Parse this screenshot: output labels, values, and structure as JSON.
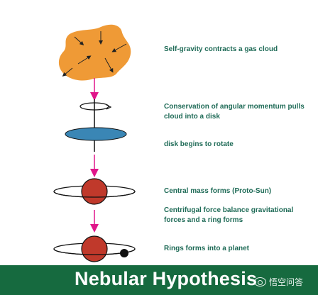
{
  "diagram": {
    "steps": [
      {
        "id": "gas-cloud",
        "label": "Self-gravity contracts a gas cloud"
      },
      {
        "id": "angular-momentum",
        "label": "Conservation of angular momentum pulls cloud into a disk"
      },
      {
        "id": "disk-rotate",
        "label": "disk begins to rotate"
      },
      {
        "id": "proto-sun",
        "label": "Central mass forms (Proto-Sun)"
      },
      {
        "id": "ring-forms",
        "label": "Centrifugal force balance gravitational forces and a ring forms"
      },
      {
        "id": "planet",
        "label": "Rings forms into a planet"
      }
    ],
    "colors": {
      "cloud": "#ef9a36",
      "disk": "#3a86b5",
      "sun": "#c0392b",
      "arrow": "#e0168a",
      "label": "#1f6b57",
      "footer": "#166a3f"
    }
  },
  "footer": {
    "title": "Nebular Hypothesis",
    "watermark": "悟空问答"
  }
}
